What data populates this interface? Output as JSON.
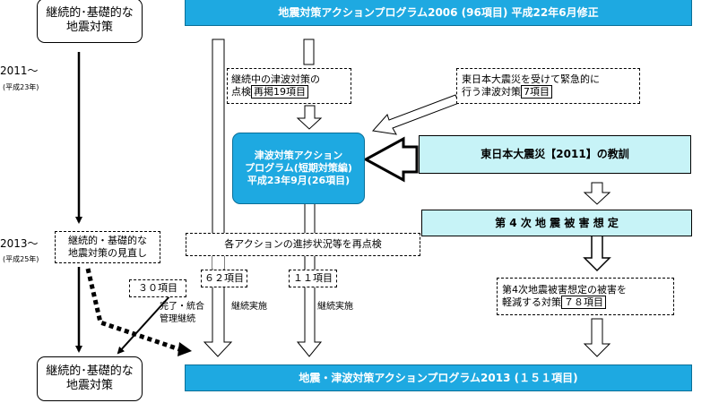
{
  "colors": {
    "blue": "#1ea9e1",
    "cyan": "#c7f3f7"
  },
  "timeline": {
    "y2011": "2011～",
    "y2011_sub": "(平成23年)",
    "y2013": "2013～",
    "y2013_sub": "(平成25年)"
  },
  "left": {
    "top_box": [
      "継続的･基礎的な",
      "地震対策"
    ],
    "review_box": [
      "継続的・基礎的な",
      "地震対策の見直し"
    ],
    "bottom_box": [
      "継続的･基礎的な",
      "地震対策"
    ]
  },
  "banner_top": "地震対策アクションプログラム2006 (96項目) 平成22年6月修正",
  "banner_bottom": "地震・津波対策アクションプログラム2013 (１５１項目)",
  "continuing": {
    "line1": "継続中の津波対策の",
    "line2_pre": "点検",
    "line2_bracket": "再掲19項目"
  },
  "urgent": {
    "line1": "東日本大震災を受けて緊急的に",
    "line2_pre": "行う津波対策",
    "line2_bracket": "7項目"
  },
  "tsunami_program": [
    "津波対策アクション",
    "プログラム(短期対策編)",
    "平成23年9月(26項目)"
  ],
  "lessons": "東日本大震災【2011】の教訓",
  "damage_estimate": "第 4 次 地 震 被 害 想 定",
  "recheck": "各アクションの進捗状況等を再点検",
  "items": {
    "i30": "３０項目",
    "i30_note1": "完了・統合",
    "i30_note2": "管理継続",
    "i62": "６２項目",
    "i62_note": "継続実施",
    "i11": "１１項目",
    "i11_note": "継続実施"
  },
  "reduce": {
    "line1": "第4次地震被害想定の被害を",
    "line2_pre": "軽減する対策",
    "line2_bracket": "７８項目"
  }
}
